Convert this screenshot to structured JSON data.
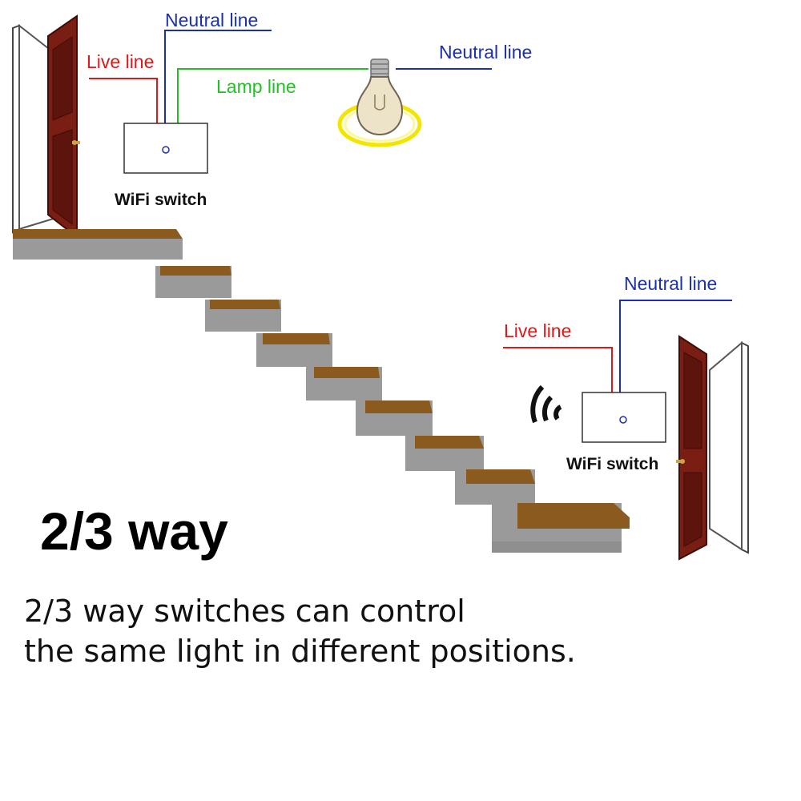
{
  "colors": {
    "live": "#e01818",
    "neutral": "#1c2fb0",
    "lamp": "#22c022",
    "step_tread": "#8a5a1e",
    "step_riser": "#9a9a9a",
    "door": "#7a1e14",
    "bulb_glow": "#f2e600"
  },
  "labels": {
    "top_neutral": "Neutral line",
    "top_live": "Live line",
    "lamp_line": "Lamp line",
    "lamp_neutral": "Neutral line",
    "bottom_neutral": "Neutral line",
    "bottom_live": "Live line"
  },
  "switches": {
    "top_caption": "WiFi switch",
    "bottom_caption": "WiFi switch"
  },
  "icons": {
    "wifi": "wifi-signal-icon",
    "bulb": "light-bulb-icon",
    "door": "door-icon"
  },
  "title": "2/3 way",
  "description": {
    "line1": "2/3 way switches can control",
    "line2": "the same light in different positions."
  }
}
